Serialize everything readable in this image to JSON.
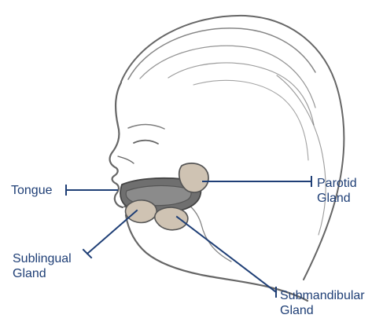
{
  "labels": {
    "tongue": "Tongue",
    "parotid": [
      "Parotid",
      "Gland"
    ],
    "sublingual": [
      "Sublingual",
      "Gland"
    ],
    "submandibular": [
      "Submandibular",
      "Gland"
    ]
  },
  "colors": {
    "label_text": "#1f3f76",
    "leader_lines": "#1f3f76",
    "sketch": "#666666",
    "gland_fill": "#cfc3b3",
    "mouth_fill": "#6f6f6f"
  }
}
